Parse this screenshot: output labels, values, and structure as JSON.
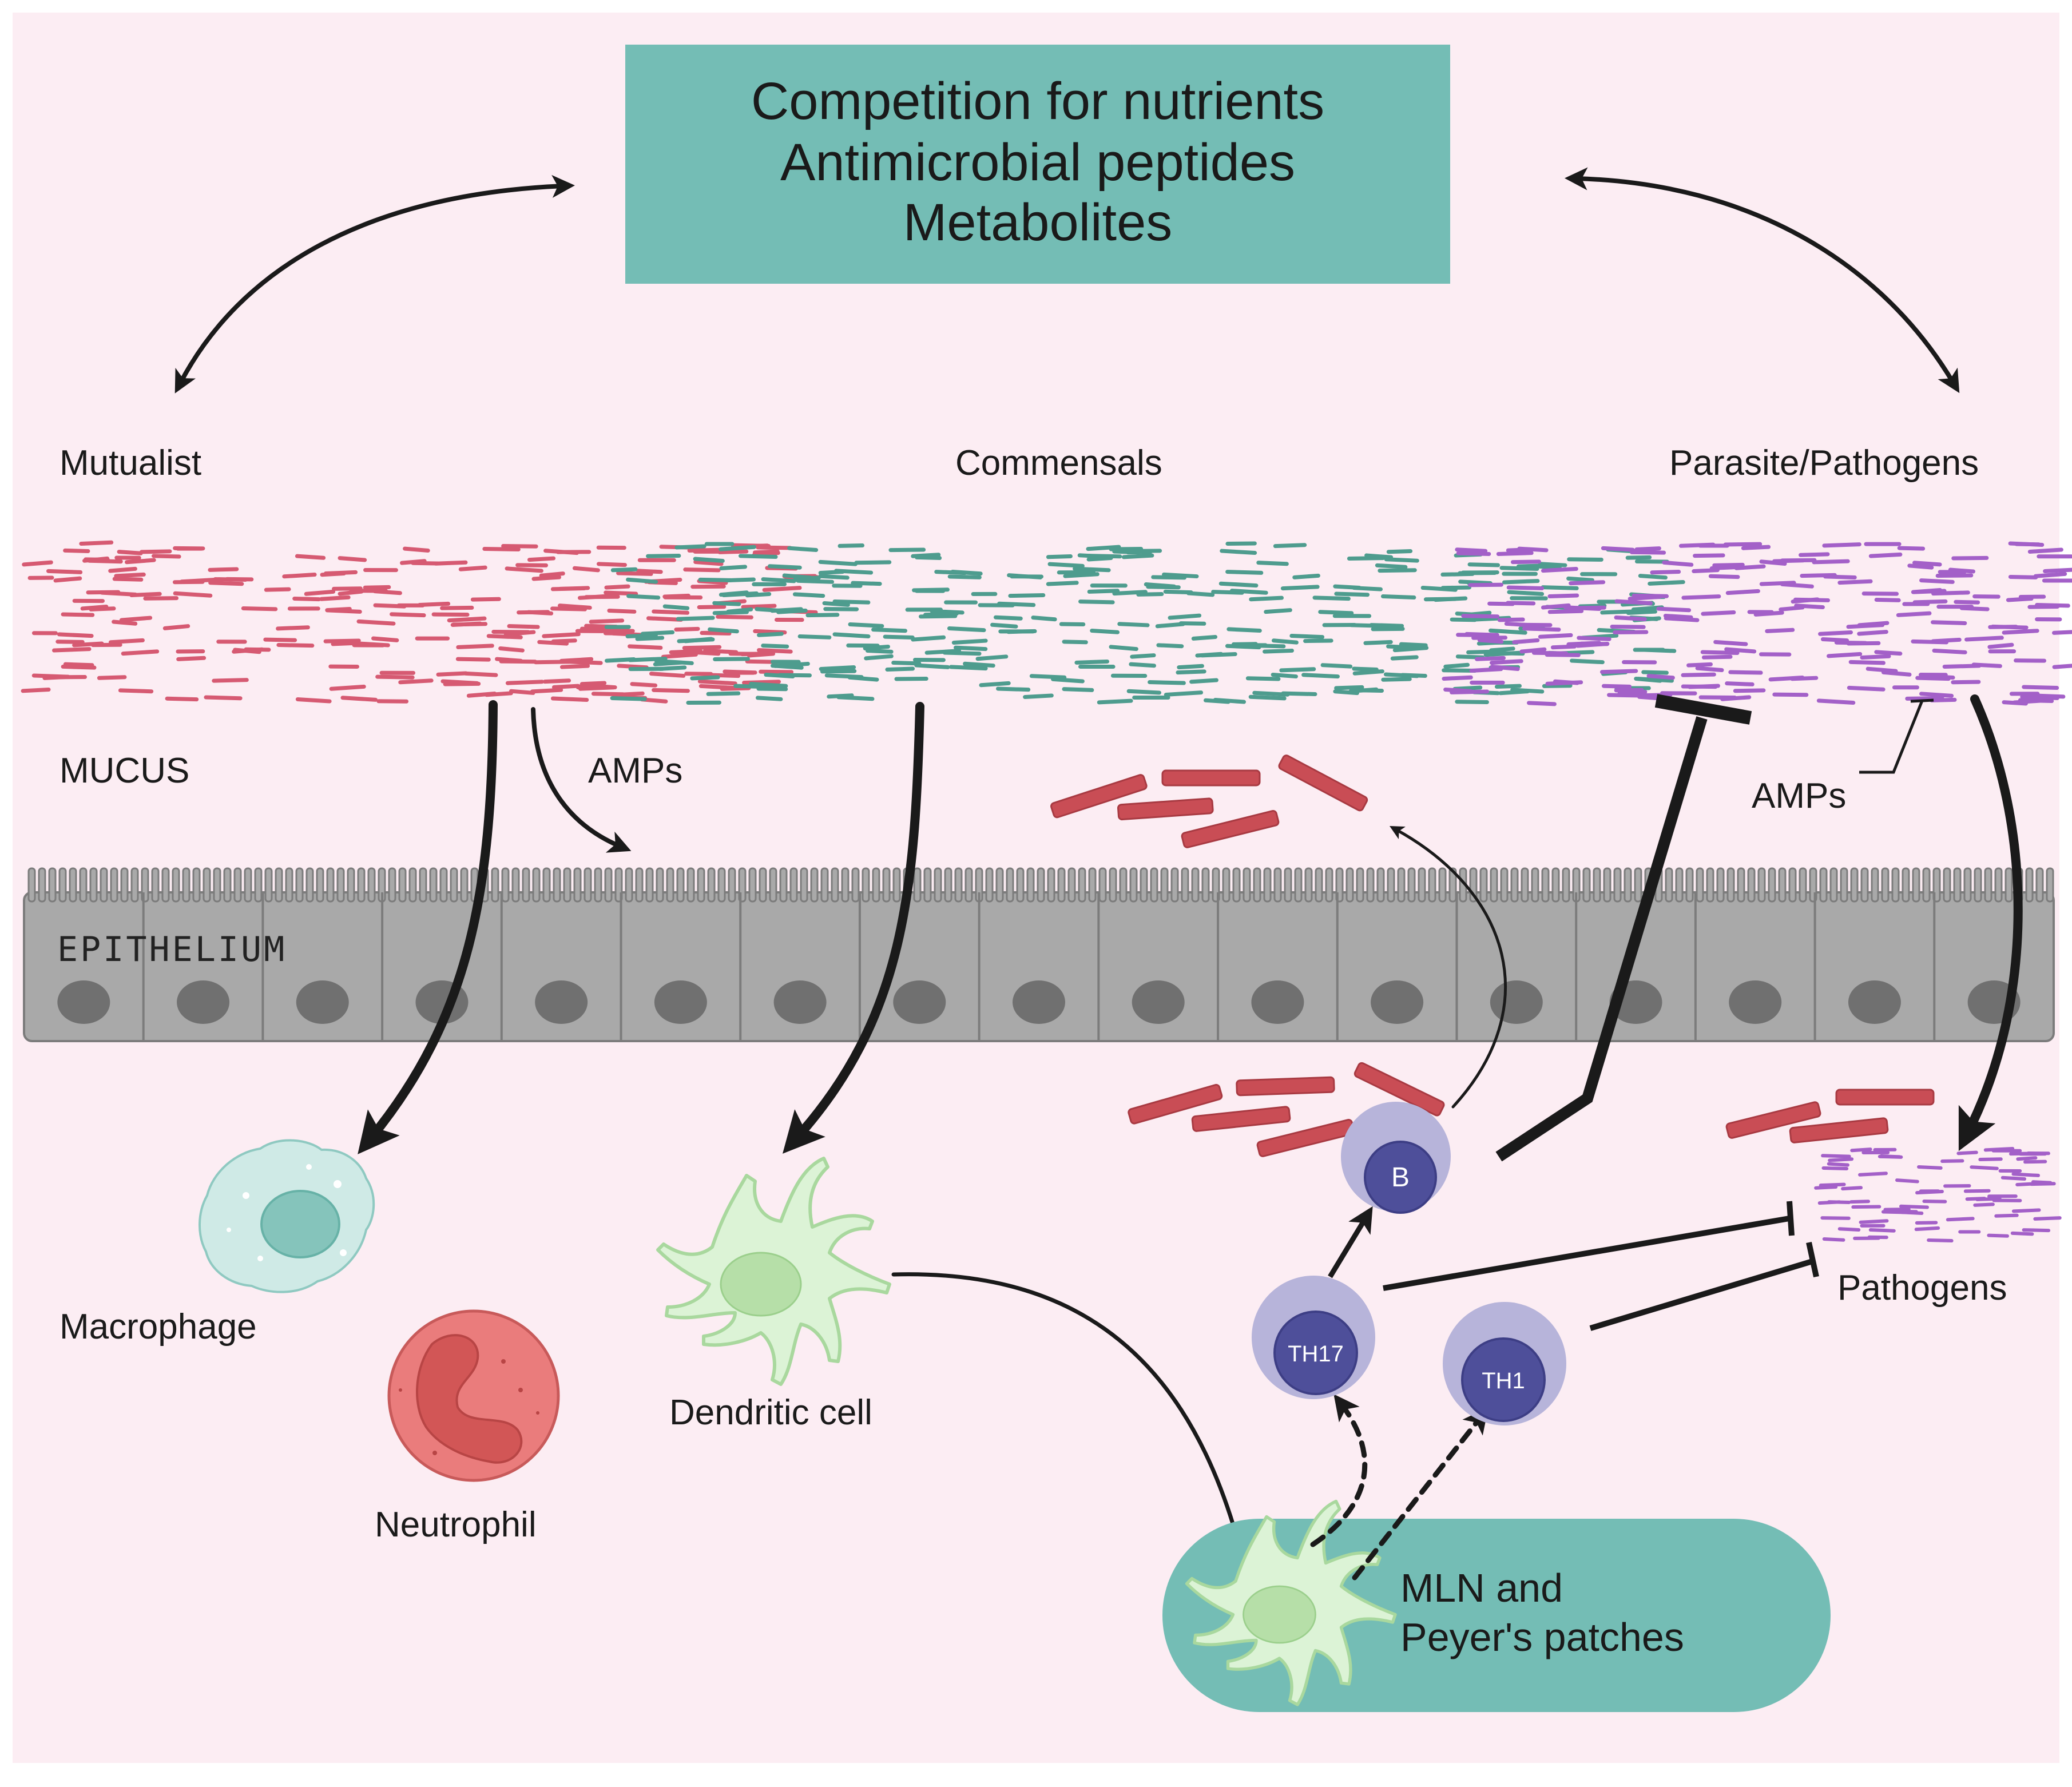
{
  "top_box": {
    "lines": [
      "Competition for nutrients",
      "Antimicrobial peptides",
      "Metabolites"
    ]
  },
  "groups": {
    "mutualist": "Mutualist",
    "commensals": "Commensals",
    "pathogens": "Parasite/Pathogens"
  },
  "layers": {
    "mucus": "MUCUS",
    "epithelium": "EPITHELIUM"
  },
  "labels": {
    "amps_left": "AMPs",
    "amps_right": "AMPs",
    "macrophage": "Macrophage",
    "neutrophil": "Neutrophil",
    "dendritic_cell": "Dendritic cell",
    "pathogens_lower": "Pathogens",
    "mln_line1": "MLN and",
    "mln_line2": "Peyer's patches"
  },
  "cells": {
    "b": "B",
    "th17": "TH17",
    "th1": "TH1"
  },
  "colors": {
    "background": "#fcedf3",
    "teal_box": "#74bdb5",
    "mutualist": "#d65a72",
    "commensal": "#4e9c8e",
    "pathogen": "#a360c8",
    "antibody": "#c94d55",
    "epithelium": "#a9a9a9",
    "lymphocyte": "#4e4f9a",
    "lymphocyte_halo": "#b7b4da",
    "dendritic": "#dcf3d6",
    "macrophage": "#cfeae6",
    "neutrophil": "#ea7c7c"
  }
}
